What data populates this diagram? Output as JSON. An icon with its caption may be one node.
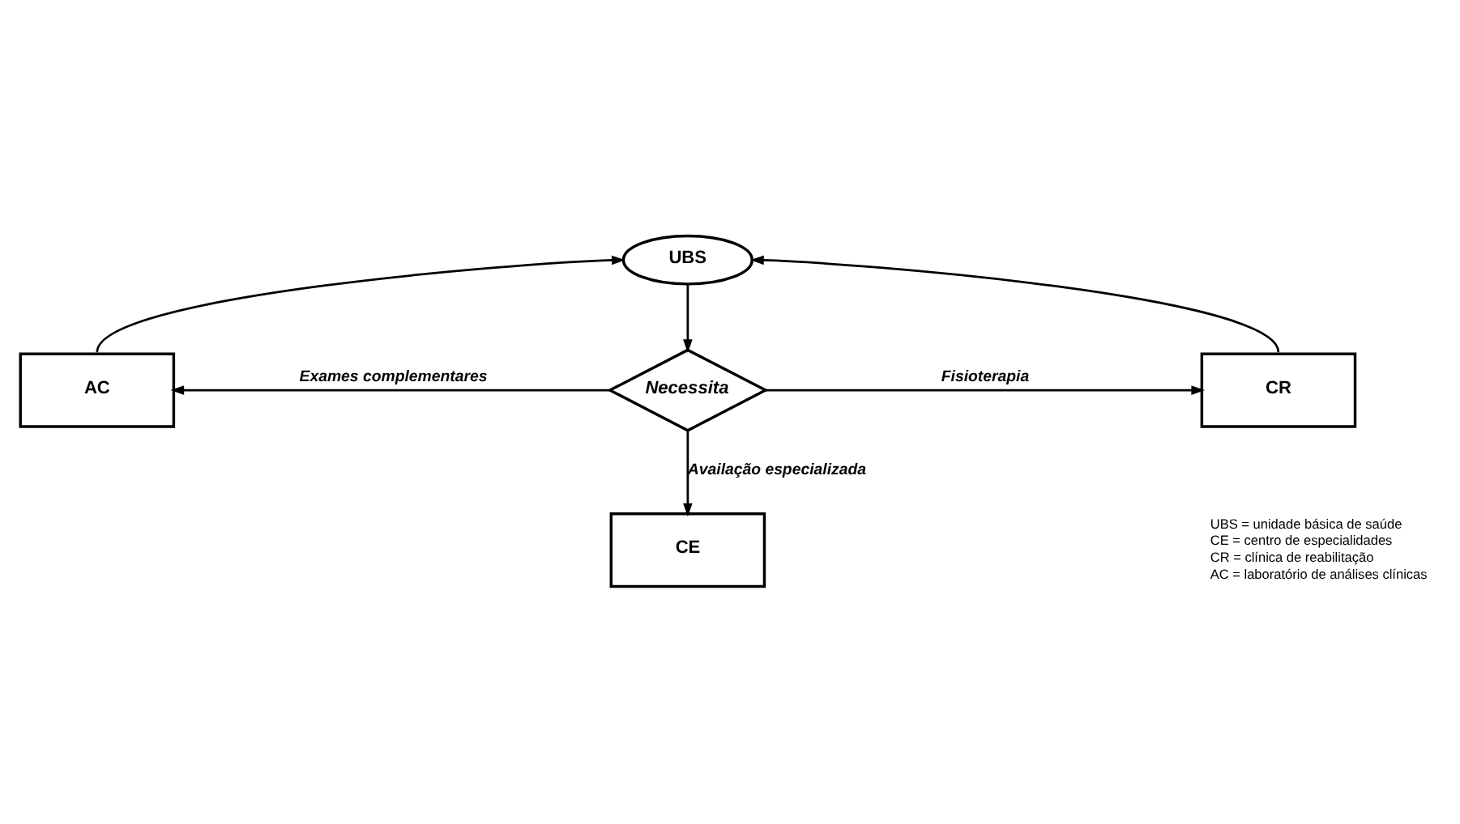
{
  "diagram": {
    "nodes": [
      {
        "text": [
          "UBS"
        ]
      },
      {
        "text": [
          "AC"
        ]
      },
      {
        "text": [
          "Necessita"
        ]
      },
      {
        "text": [
          "CR"
        ]
      },
      {
        "text": [
          "CE"
        ]
      }
    ],
    "edges": [
      {
        "from": 0,
        "to": 2,
        "arrow": "to"
      },
      {
        "from": 2,
        "to": 1,
        "arrow": "to",
        "label": "Exames complementares"
      },
      {
        "from": 2,
        "to": 3,
        "arrow": "to",
        "label": "Fisioterapia"
      },
      {
        "from": 2,
        "to": 4,
        "arrow": "to",
        "label": "Availação especializada"
      },
      {
        "from": 1,
        "to": 0,
        "arrow": "to"
      },
      {
        "from": 3,
        "to": 0,
        "arrow": "to"
      }
    ],
    "labels": [
      "UBS = unidade básica de saúde",
      "CE = centro de especialidades",
      "CR = clínica de reabilitação",
      "AC = laboratório de análises clínicas"
    ]
  }
}
